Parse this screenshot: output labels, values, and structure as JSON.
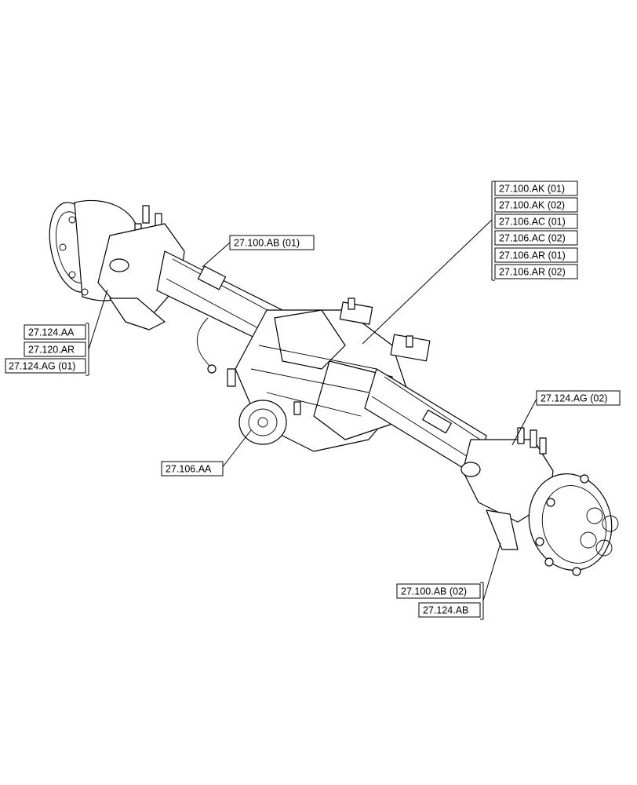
{
  "callouts": {
    "ab01": "27.100.AB (01)",
    "group_right": [
      "27.100.AK (01)",
      "27.100.AK (02)",
      "27.106.AC (01)",
      "27.106.AC (02)",
      "27.106.AR (01)",
      "27.106.AR (02)"
    ],
    "group_left": [
      "27.124.AA",
      "27.120.AR",
      "27.124.AG (01)"
    ],
    "ag02": "27.124.AG (02)",
    "aa106": "27.106.AA",
    "group_bottom": [
      "27.100.AB (02)",
      "27.124.AB"
    ]
  }
}
